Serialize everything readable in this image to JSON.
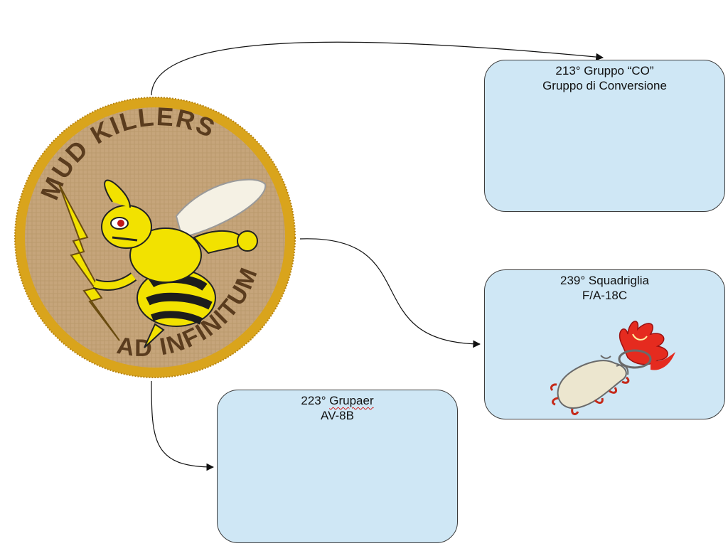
{
  "patch": {
    "top_text": "MUD KILLERS",
    "bottom_text": "AD INFINITUM"
  },
  "nodes": {
    "box_213": {
      "line1": "213° Gruppo “CO”",
      "line2": "Gruppo di Conversione"
    },
    "box_239": {
      "line1": "239° Squadriglia",
      "line2": "F/A-18C"
    },
    "box_223": {
      "line1_prefix": "223° ",
      "line1_word": "Grupaer",
      "line2": "AV-8B"
    }
  },
  "colors": {
    "box_fill": "#cfe7f5",
    "box_border": "#3c3c3c",
    "patch_rim": "#e7b622",
    "patch_field": "#c6a57b",
    "hornet_yellow": "#f2e200",
    "arrow": "#111111"
  }
}
